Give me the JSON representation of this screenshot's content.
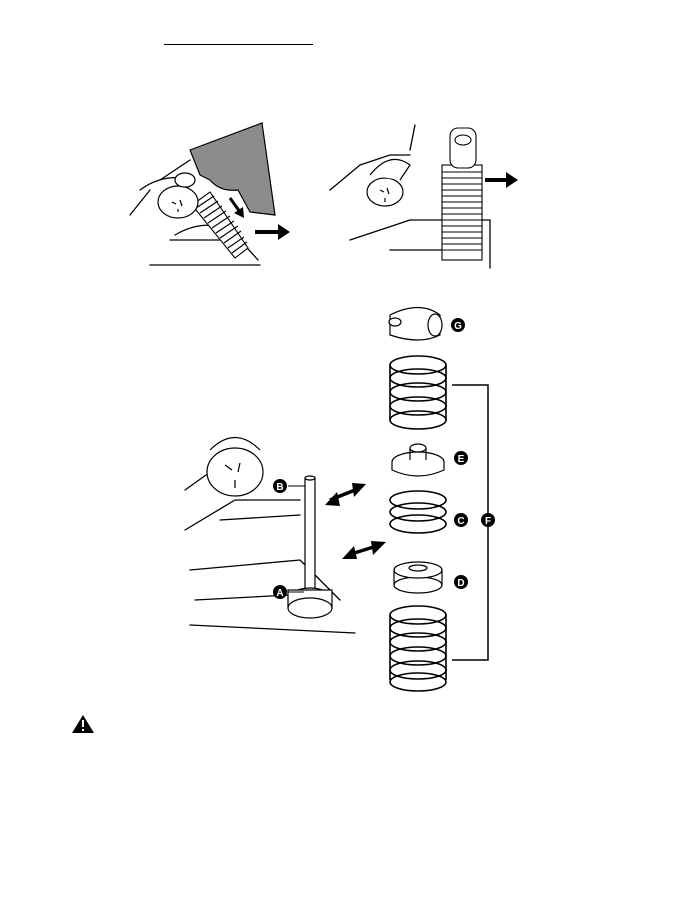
{
  "callouts": {
    "a": "A",
    "b": "B",
    "c": "C",
    "d": "D",
    "e": "E",
    "f": "F",
    "g": "G"
  },
  "icons": {
    "warning": "warning-triangle-icon",
    "arrow": "arrow-right-icon",
    "double_arrow": "double-arrow-icon"
  },
  "colors": {
    "line": "#000000",
    "glove": "#8c8c8c",
    "paper": "#ffffff"
  }
}
